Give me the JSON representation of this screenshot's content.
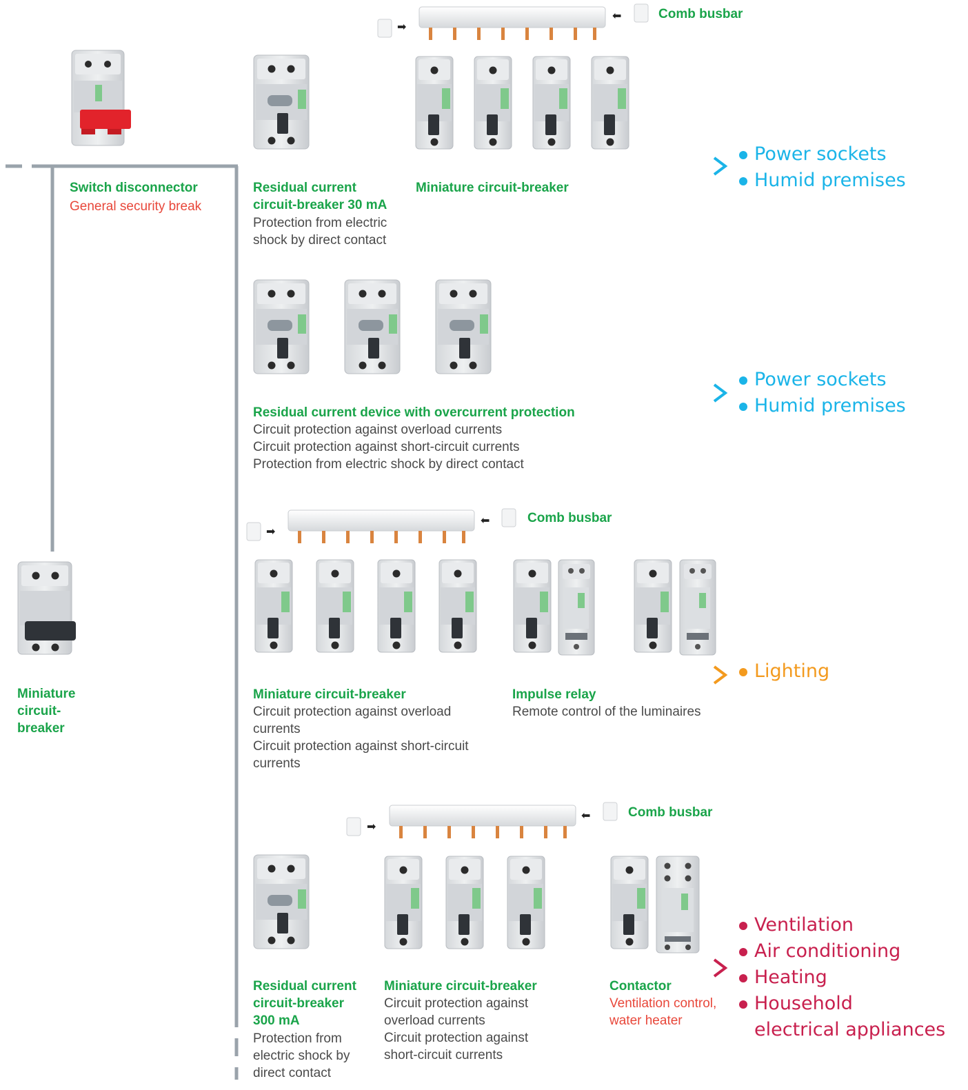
{
  "colors": {
    "title_green": "#1aa44a",
    "desc_gray": "#4a4a4a",
    "note_red": "#e8473a",
    "sockets_blue": "#1ab4e8",
    "lighting_orange": "#f39a1e",
    "appliances_crimson": "#c8204e",
    "line_gray": "#9aa3ab"
  },
  "icons": [
    "switch-disconnector-icon",
    "miniature-circuit-breaker-icon",
    "residual-current-breaker-icon",
    "impulse-relay-icon",
    "contactor-icon",
    "comb-busbar-icon",
    "busbar-end-cap-icon",
    "arrow-icon"
  ],
  "top_row": {
    "busbar_label": "Comb busbar",
    "switch": {
      "title": "Switch disconnector",
      "note": "General security break"
    },
    "rccb30": {
      "title_lines": [
        "Residual current",
        "circuit-breaker 30 mA"
      ],
      "desc_lines": [
        "Protection from electric",
        "shock by direct contact"
      ]
    },
    "mcb": {
      "title": "Miniature circuit-breaker"
    },
    "destinations": [
      "Power sockets",
      "Humid premises"
    ]
  },
  "main_breaker": {
    "title_lines": [
      "Miniature",
      "circuit-",
      "breaker"
    ]
  },
  "row2": {
    "title": "Residual current device with overcurrent protection",
    "desc_lines": [
      "Circuit protection against overload currents",
      "Circuit protection against short-circuit currents",
      "Protection from electric shock by direct contact"
    ],
    "destinations": [
      "Power sockets",
      "Humid premises"
    ]
  },
  "row3": {
    "busbar_label": "Comb busbar",
    "mcb": {
      "title": "Miniature circuit-breaker",
      "desc_lines": [
        "Circuit protection against overload",
        "currents",
        "Circuit protection against short-circuit",
        "currents"
      ]
    },
    "relay": {
      "title": "Impulse relay",
      "desc": "Remote control of the luminaires"
    },
    "destinations": [
      "Lighting"
    ]
  },
  "row4": {
    "busbar_label": "Comb busbar",
    "rccb300": {
      "title_lines": [
        "Residual current",
        "circuit-breaker",
        "300 mA"
      ],
      "desc_lines": [
        "Protection from",
        "electric shock by",
        "direct contact"
      ]
    },
    "mcb": {
      "title": "Miniature circuit-breaker",
      "desc_lines": [
        "Circuit protection against",
        "overload currents",
        "Circuit protection against",
        "short-circuit currents"
      ]
    },
    "contactor": {
      "title": "Contactor",
      "note_lines": [
        "Ventilation control,",
        "water heater"
      ]
    },
    "destinations": [
      "Ventilation",
      "Air conditioning",
      "Heating",
      "Household",
      "electrical appliances"
    ]
  }
}
